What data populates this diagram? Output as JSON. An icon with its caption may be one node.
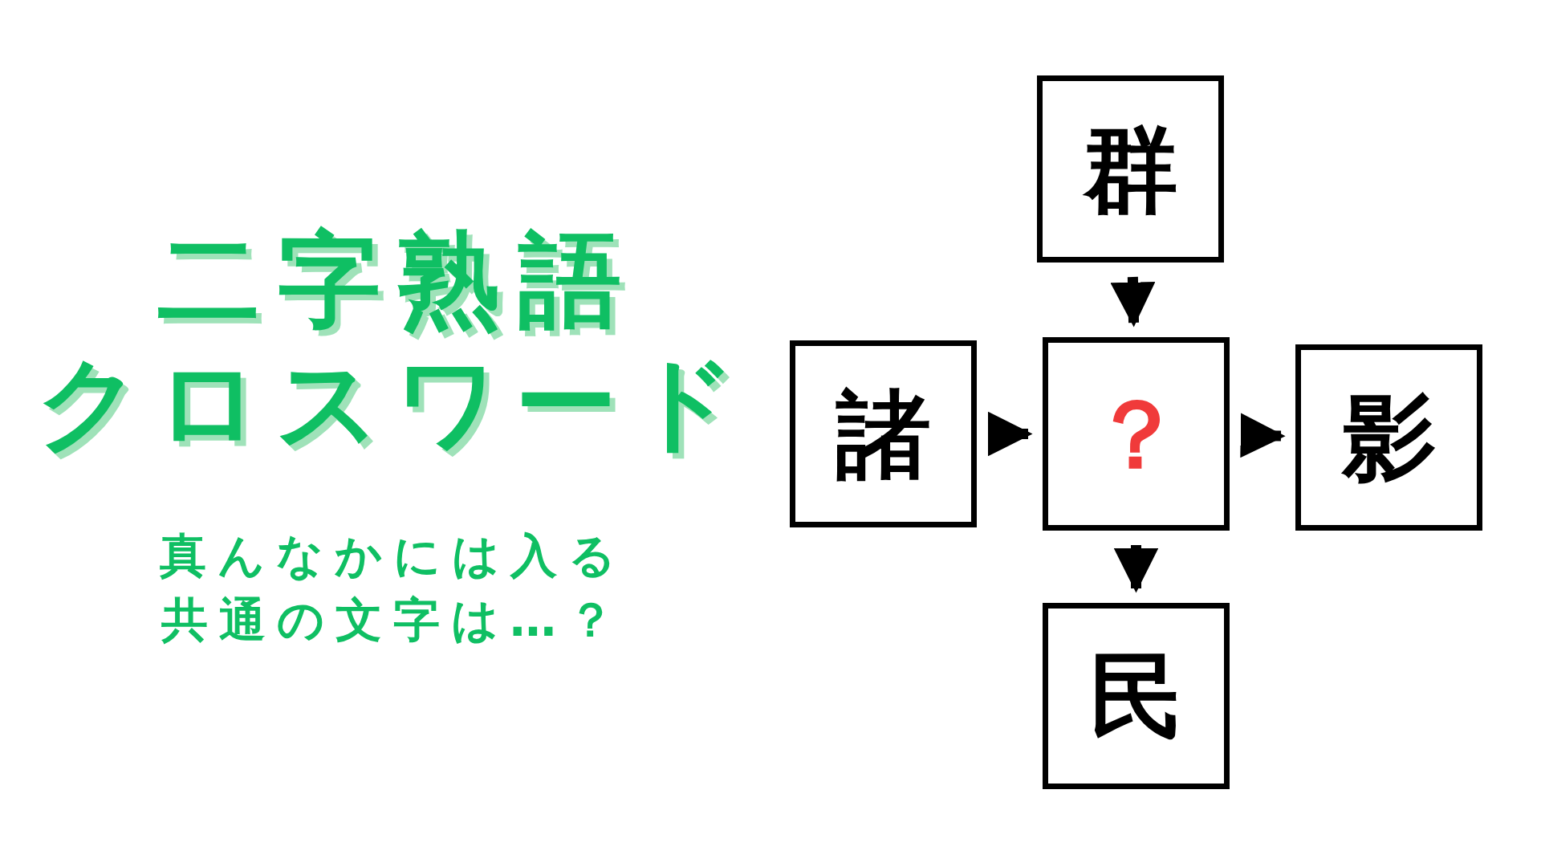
{
  "diagram": {
    "nodes": [
      {
        "text": [
          "群"
        ]
      },
      {
        "text": [
          "諸"
        ]
      },
      {
        "text": [
          "？"
        ]
      },
      {
        "text": [
          "影"
        ]
      },
      {
        "text": [
          "民"
        ]
      }
    ],
    "edges": [
      {
        "from": 0,
        "to": 2,
        "arrow": "to"
      },
      {
        "from": 1,
        "to": 2,
        "arrow": "to"
      },
      {
        "from": 2,
        "to": 3,
        "arrow": "to"
      },
      {
        "from": 2,
        "to": 4,
        "arrow": "to"
      }
    ],
    "labels": [
      "二字熟語",
      "クロスワード",
      "真んなかには入る共通の文字は…？"
    ]
  }
}
